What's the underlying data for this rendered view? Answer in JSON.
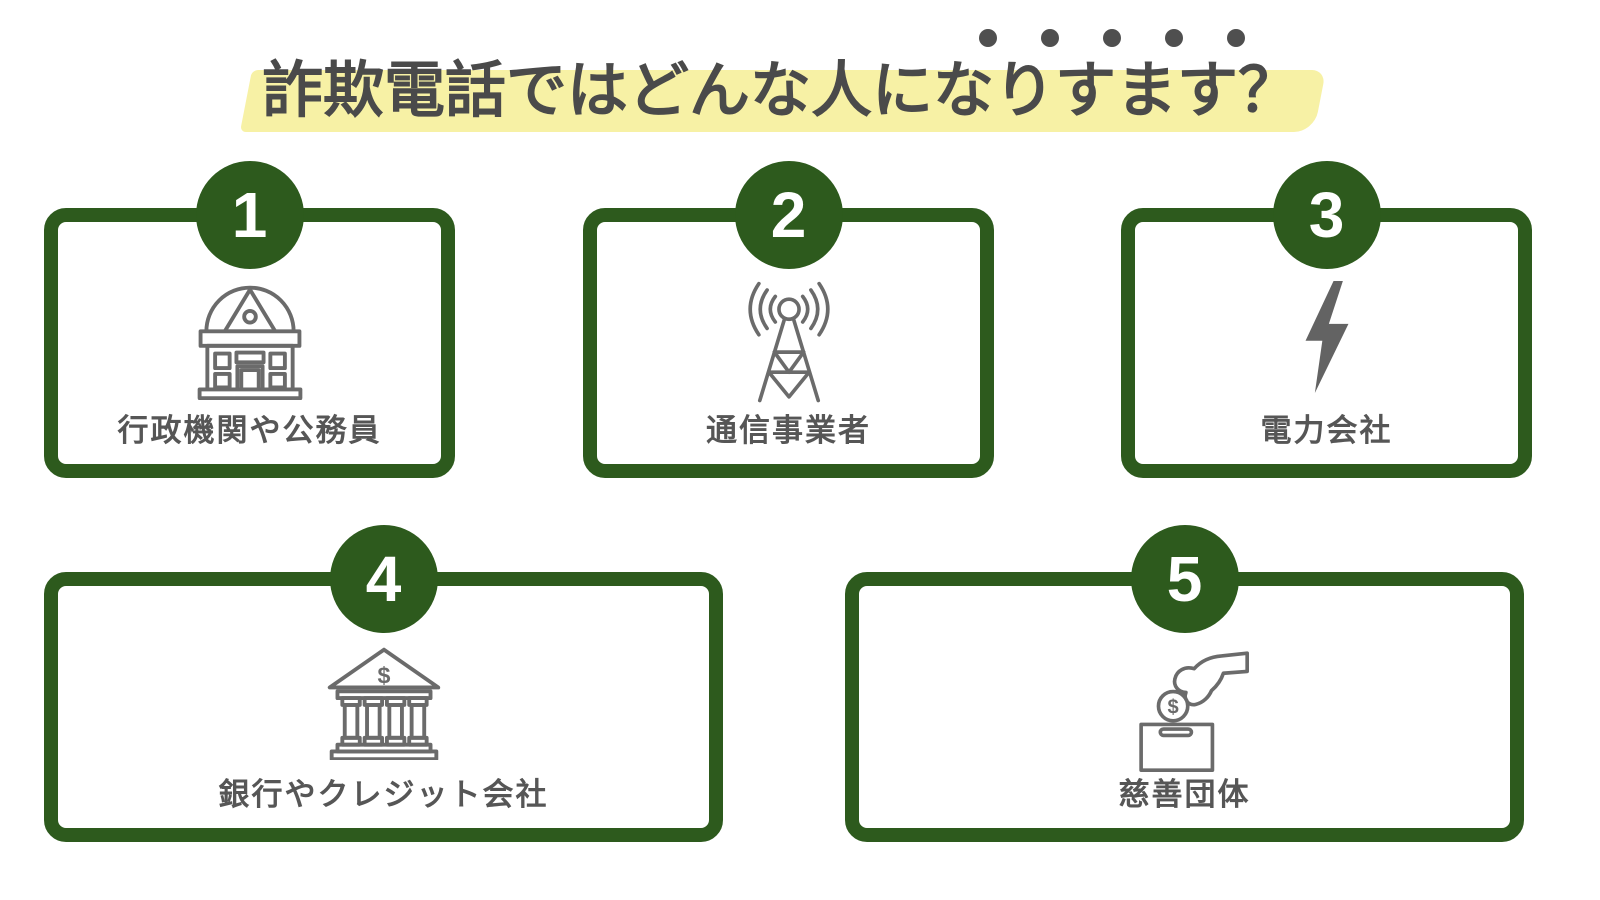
{
  "title": {
    "text": "詐欺電話ではどんな人になりすます？",
    "emphasis_dots": 5
  },
  "cards": [
    {
      "number": "1",
      "label": "行政機関や公務員",
      "icon": "government-building"
    },
    {
      "number": "2",
      "label": "通信事業者",
      "icon": "radio-tower"
    },
    {
      "number": "3",
      "label": "電力会社",
      "icon": "lightning-bolt"
    },
    {
      "number": "4",
      "label": "銀行やクレジット会社",
      "icon": "bank-columns"
    },
    {
      "number": "5",
      "label": "慈善団体",
      "icon": "donation-hand-coin"
    }
  ],
  "icon_symbols": {
    "dollar_sign": "$"
  },
  "colors": {
    "green": "#2d5a1d",
    "title_gray": "#4a4a4a",
    "label_gray": "#565656",
    "icon_gray": "#6b6b6b",
    "highlight_yellow": "#f7f1a5",
    "background": "#ffffff"
  }
}
